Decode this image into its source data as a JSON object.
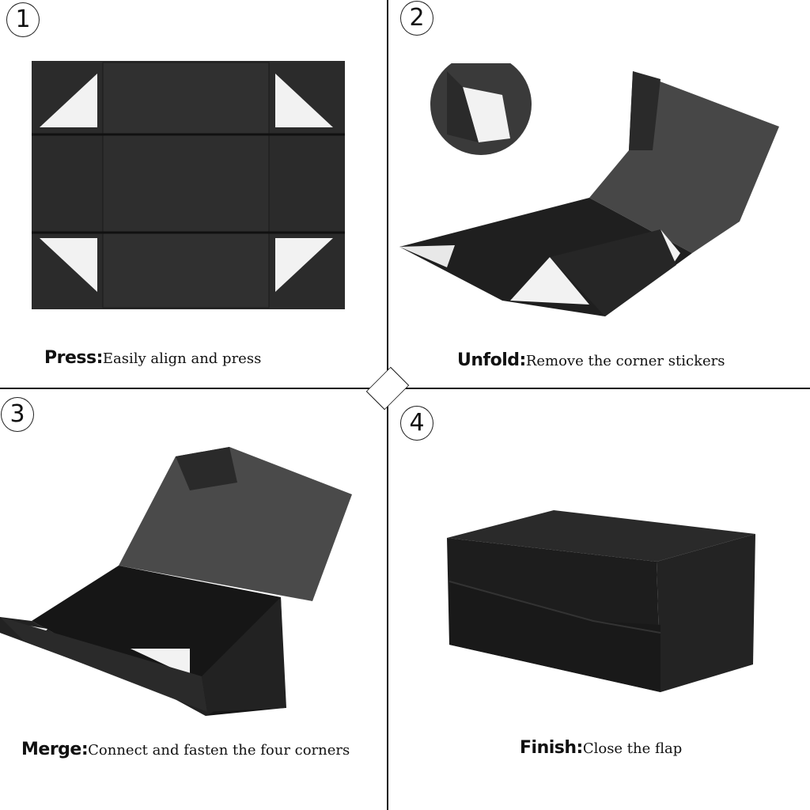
{
  "steps": [
    {
      "number": "1",
      "title": "Press:",
      "description": "Easily align and press"
    },
    {
      "number": "2",
      "title": "Unfold:",
      "description": "Remove the corner stickers"
    },
    {
      "number": "3",
      "title": "Merge:",
      "description": "Connect and fasten the four corners"
    },
    {
      "number": "4",
      "title": "Finish:",
      "description": "Close the flap"
    }
  ],
  "colors": {
    "box": "#2b2b2b",
    "box_dark": "#1c1c1c",
    "box_light": "#4a4a4a",
    "sticker": "#f2f2f2"
  }
}
